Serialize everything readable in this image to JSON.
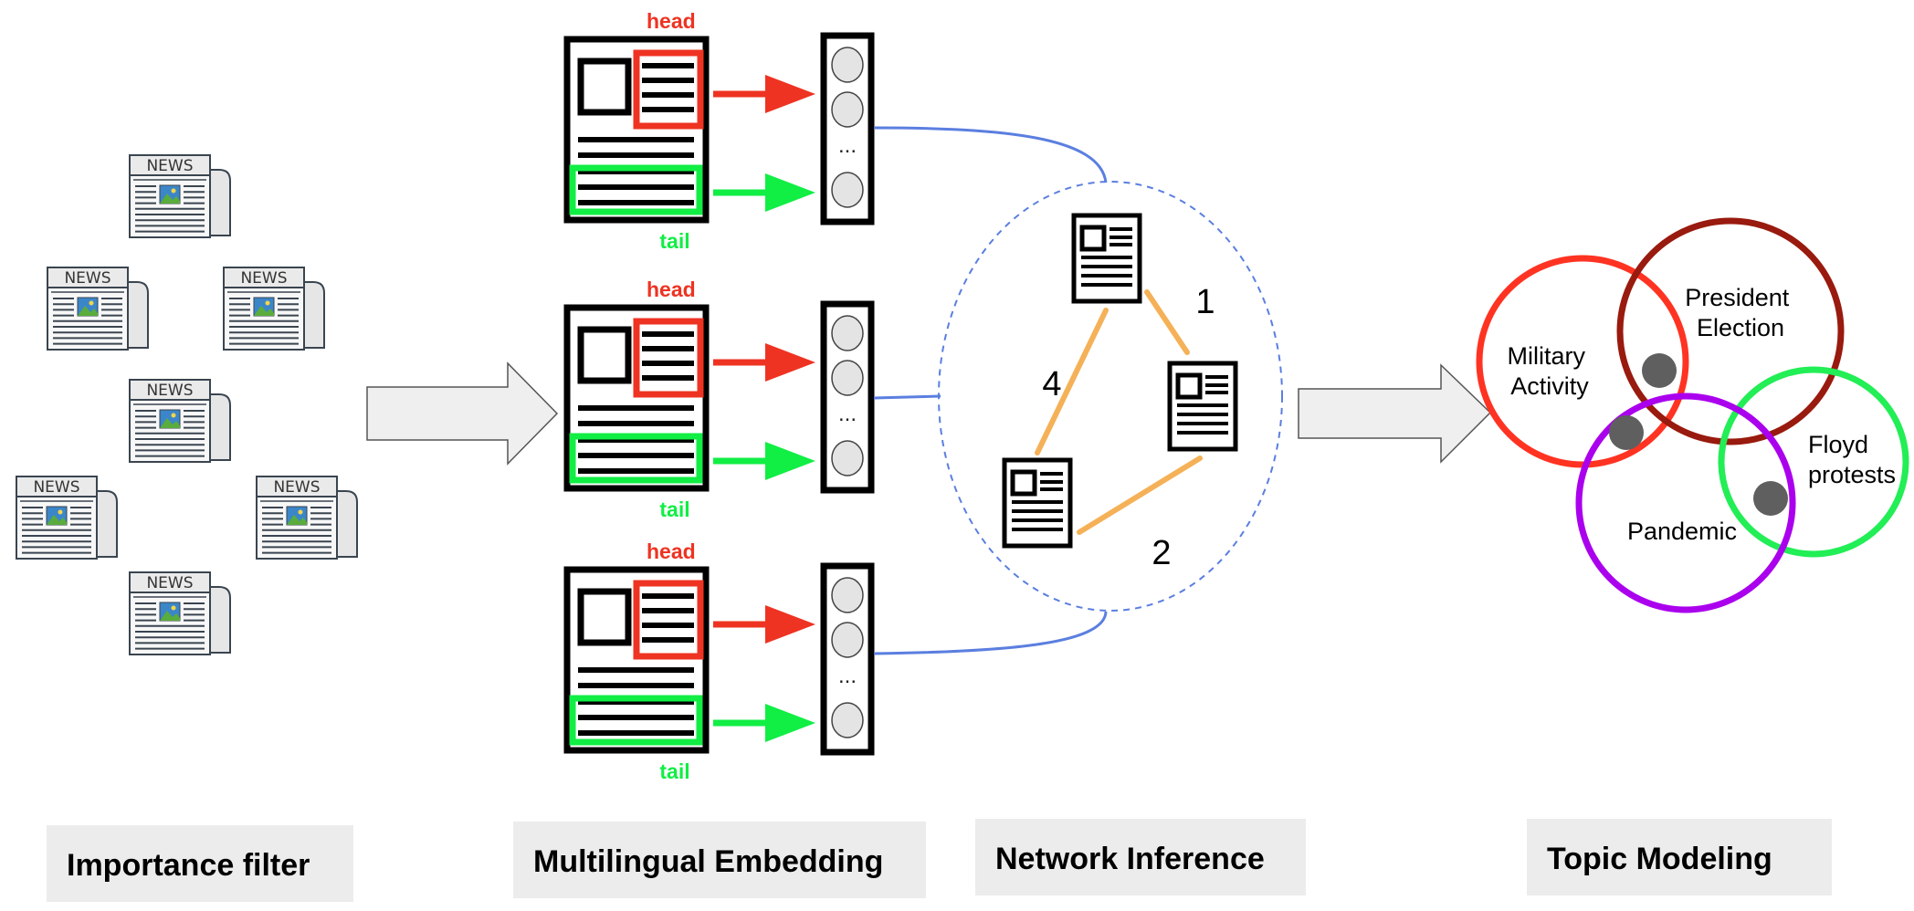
{
  "stages": [
    {
      "label": "Importance filter"
    },
    {
      "label": "Multilingual Embedding"
    },
    {
      "label": "Network Inference"
    },
    {
      "label": "Topic Modeling"
    }
  ],
  "news_icon": {
    "text": "NEWS",
    "count": 7
  },
  "embedding": {
    "head_label": "head",
    "tail_label": "tail",
    "ellipsis": "...",
    "head_color": "#ee3322",
    "tail_color": "#11ee44",
    "connector_color": "#5b7fe0"
  },
  "network": {
    "edge_color": "#f5b158",
    "edge_weights": [
      "1",
      "4",
      "2"
    ]
  },
  "topics": [
    {
      "lines": [
        "Military",
        "Activity"
      ],
      "color": "#ff3322"
    },
    {
      "lines": [
        "President",
        "Election"
      ],
      "color": "#991a0e"
    },
    {
      "lines": [
        "Floyd",
        "protests"
      ],
      "color": "#22ee55"
    },
    {
      "lines": [
        "Pandemic"
      ],
      "color": "#aa00ee"
    }
  ],
  "icons": [
    "newspaper-icon",
    "document-icon",
    "right-arrow-icon",
    "embedding-vector-icon"
  ]
}
